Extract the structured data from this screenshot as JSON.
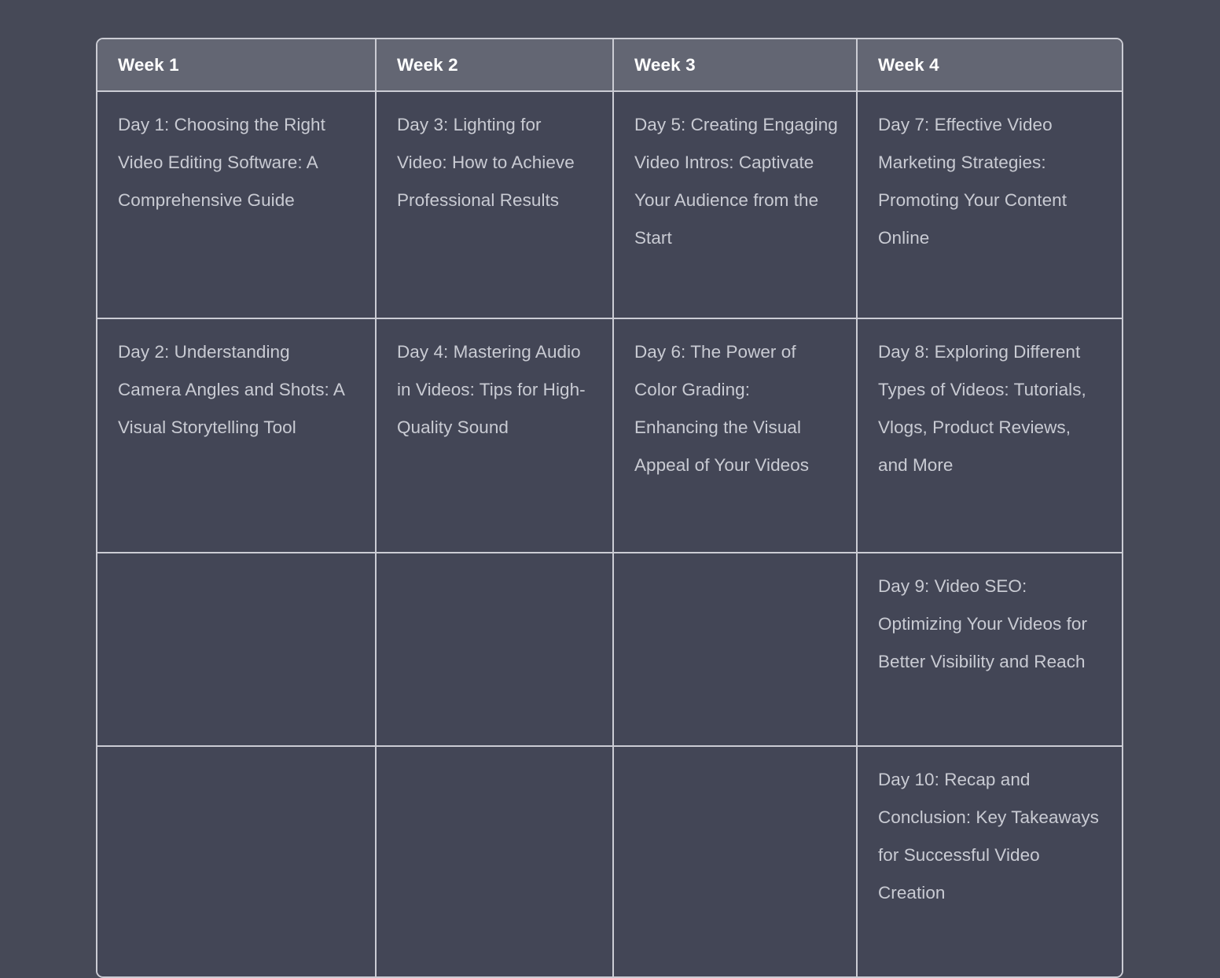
{
  "table": {
    "headers": [
      "Week 1",
      "Week 2",
      "Week 3",
      "Week 4"
    ],
    "rows": [
      [
        "Day 1: Choosing the Right Video Editing Software: A Comprehensive Guide",
        "Day 3: Lighting for Video: How to Achieve Professional Results",
        "Day 5: Creating Engaging Video Intros: Captivate Your Audience from the Start",
        "Day 7: Effective Video Marketing Strategies: Promoting Your Content Online"
      ],
      [
        "Day 2: Understanding Camera Angles and Shots: A Visual Storytelling Tool",
        "Day 4: Mastering Audio in Videos: Tips for High-Quality Sound",
        "Day 6: The Power of Color Grading: Enhancing the Visual Appeal of Your Videos",
        "Day 8: Exploring Different Types of Videos: Tutorials, Vlogs, Product Reviews, and More"
      ],
      [
        "",
        "",
        "",
        "Day 9: Video SEO: Optimizing Your Videos for Better Visibility and Reach"
      ],
      [
        "",
        "",
        "",
        "Day 10: Recap and Conclusion: Key Takeaways for Successful Video Creation"
      ]
    ]
  },
  "colors": {
    "page_background": "#464957",
    "header_background": "#636673",
    "cell_background": "#434656",
    "border": "#cbccd4",
    "header_text": "#ffffff",
    "cell_text": "#c9cbd3"
  }
}
